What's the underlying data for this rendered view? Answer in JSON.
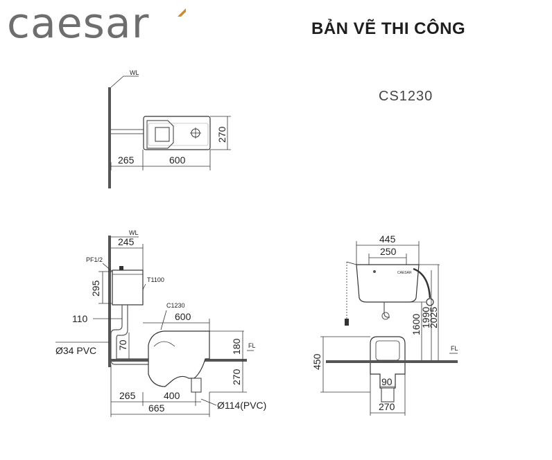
{
  "brand": {
    "logo_text": "caesar",
    "accent_color": "#c98b2b",
    "logo_color": "#6d6e70"
  },
  "title": "BẢN VẼ THI CÔNG",
  "model": "CS1230",
  "top_view": {
    "wl": "WL",
    "dim_wall": "265",
    "dim_length": "600",
    "dim_width": "270"
  },
  "side_view": {
    "wl": "WL",
    "dim_245": "245",
    "pf": "PF1/2",
    "dim_295": "295",
    "tank_model": "T1100",
    "bowl_model": "C1230",
    "dim_110": "110",
    "dim_600": "600",
    "pipe": "Ø34 PVC",
    "dim_70": "70",
    "dim_180": "180",
    "fl": "FL",
    "dim_270": "270",
    "dim_265": "265",
    "dim_400": "400",
    "outlet": "Ø114(PVC)",
    "dim_665": "665"
  },
  "front_view": {
    "dim_445": "445",
    "dim_250": "250",
    "dim_1600": "1600",
    "dim_1990": "1990",
    "dim_2025": "2025",
    "fl": "FL",
    "dim_450": "450",
    "dim_90": "90",
    "dim_270": "270",
    "tank_brand": "CAESAR"
  }
}
